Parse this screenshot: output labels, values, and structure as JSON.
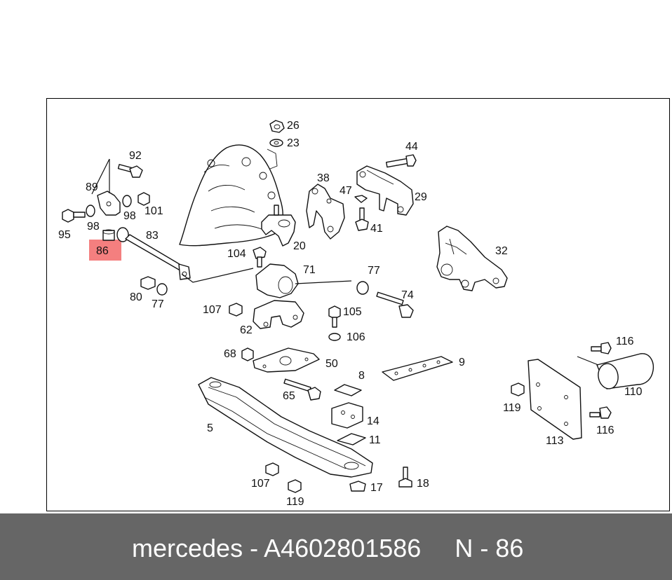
{
  "footer": {
    "brand": "mercedes",
    "separator": " - ",
    "part_number": "A4602801586",
    "position": "N - 86"
  },
  "colors": {
    "highlight": "#f47f7f",
    "footer_bg": "#666666",
    "footer_text": "#ffffff"
  },
  "diagram": {
    "highlighted_label": "86",
    "labels": {
      "l26": "26",
      "l23": "23",
      "l44": "44",
      "l92": "92",
      "l38": "38",
      "l47": "47",
      "l29": "29",
      "l89": "89",
      "l98a": "98",
      "l101": "101",
      "l95": "95",
      "l98b": "98",
      "l83": "83",
      "l41": "41",
      "l20": "20",
      "l32": "32",
      "l86": "86",
      "l104": "104",
      "l71": "71",
      "l77a": "77",
      "l80": "80",
      "l77b": "77",
      "l74": "74",
      "l107a": "107",
      "l105": "105",
      "l62": "62",
      "l106": "106",
      "l116a": "116",
      "l68": "68",
      "l50": "50",
      "l9": "9",
      "l8": "8",
      "l110": "110",
      "l65": "65",
      "l119a": "119",
      "l14": "14",
      "l5": "5",
      "l116b": "116",
      "l11": "11",
      "l113": "113",
      "l107b": "107",
      "l17": "17",
      "l18": "18",
      "l119b": "119"
    }
  }
}
